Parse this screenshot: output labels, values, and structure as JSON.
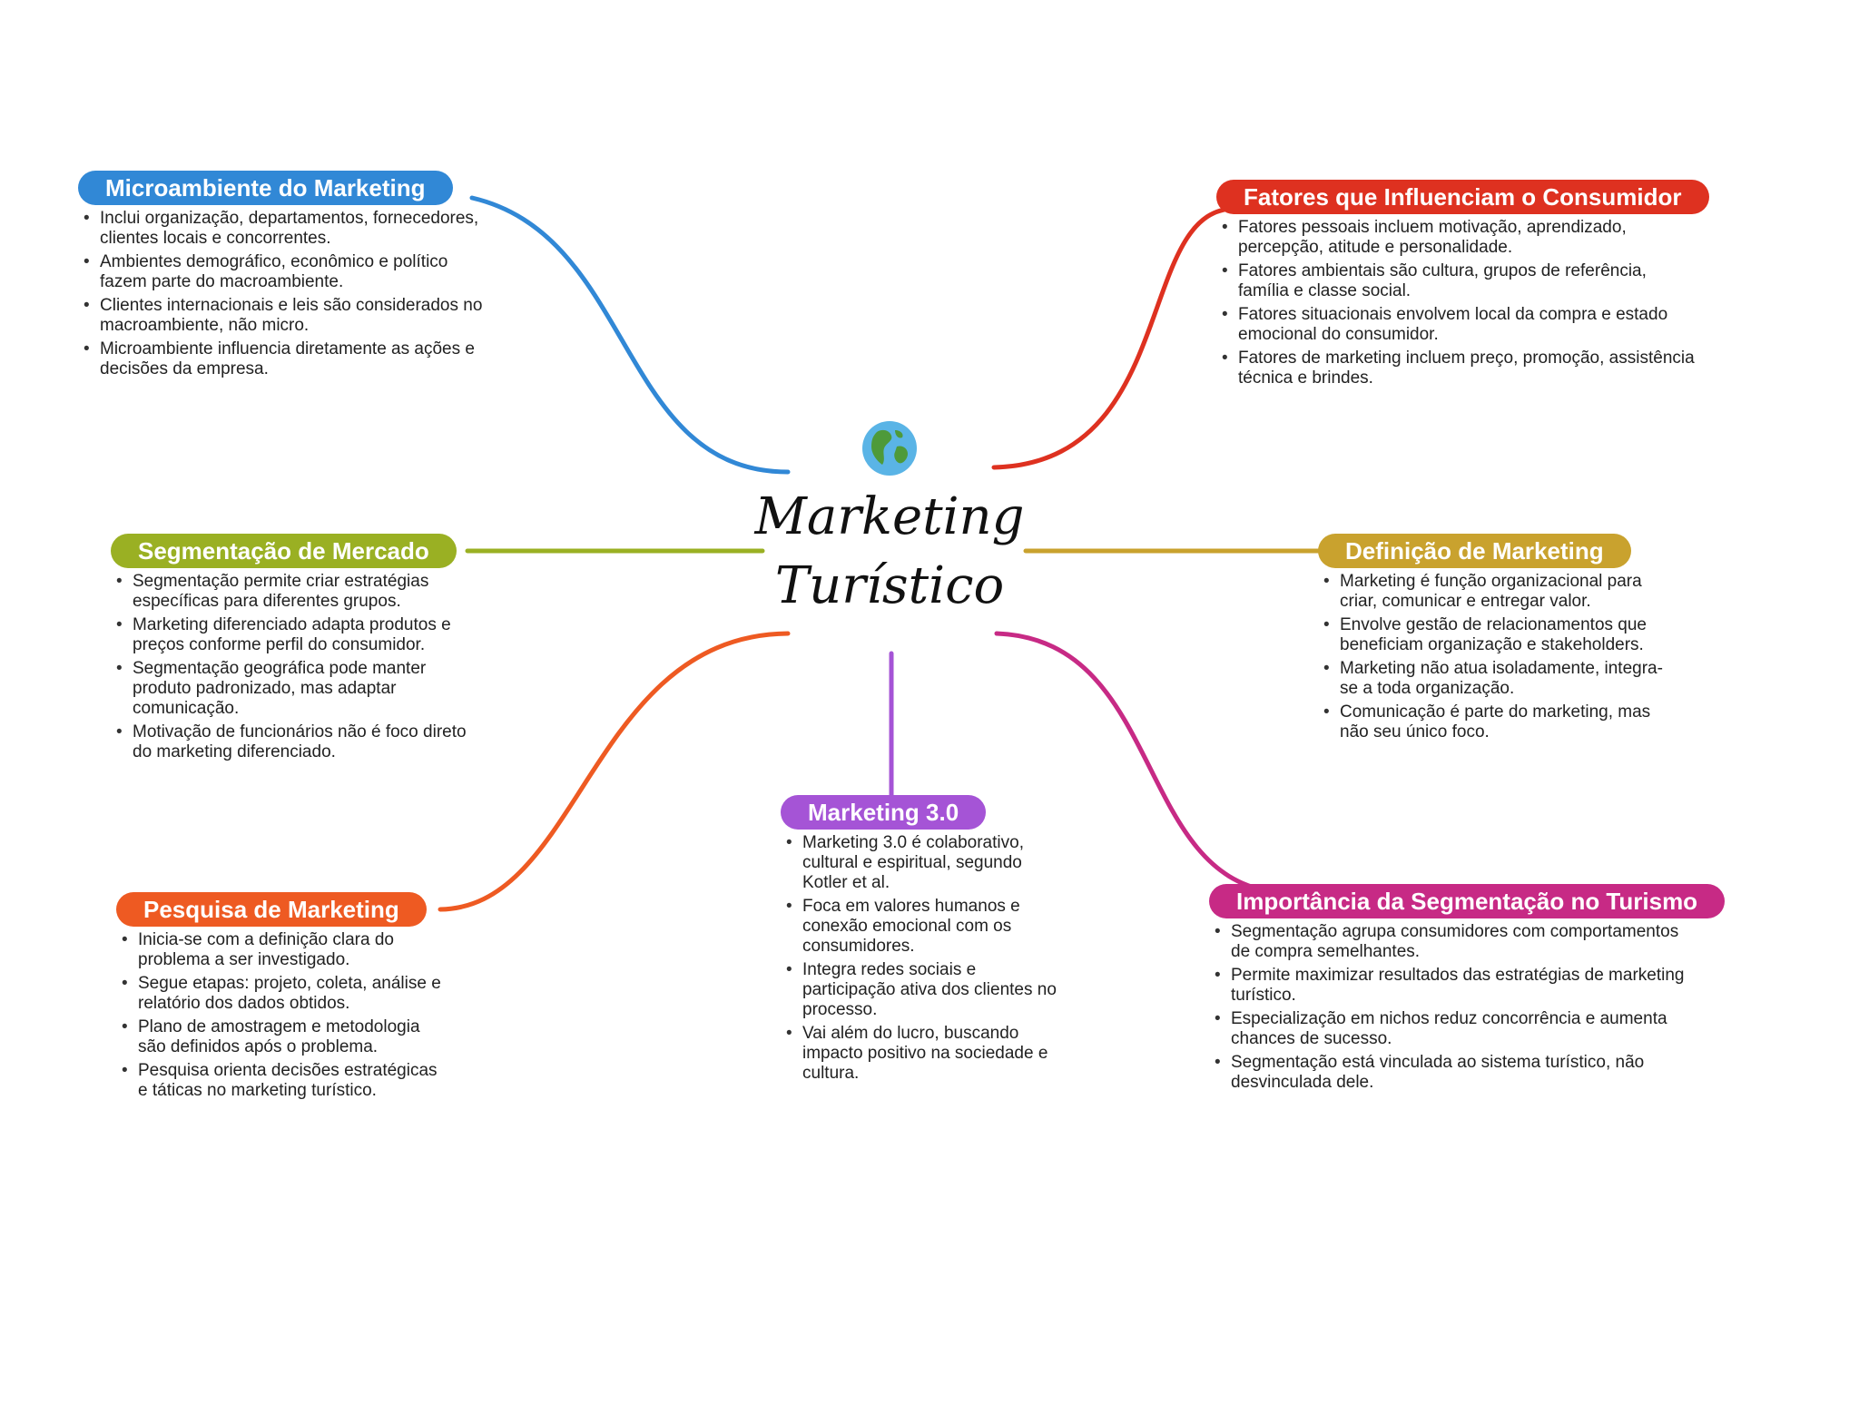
{
  "center": {
    "title": "Marketing Turístico",
    "icon": "globe-icon"
  },
  "branches": {
    "micro": {
      "title": "Microambiente do Marketing",
      "color": "#3188D6",
      "items": [
        "Inclui organização, departamentos, fornecedores, clientes locais e concorrentes.",
        "Ambientes demográfico, econômico e político fazem parte do macroambiente.",
        "Clientes internacionais e leis são considerados no macroambiente, não micro.",
        "Microambiente influencia diretamente as ações e decisões da empresa."
      ]
    },
    "segmentacao": {
      "title": "Segmentação de Mercado",
      "color": "#9AB023",
      "items": [
        "Segmentação permite criar estratégias específicas para diferentes grupos.",
        "Marketing diferenciado adapta produtos e preços conforme perfil do consumidor.",
        "Segmentação geográfica pode manter produto padronizado, mas adaptar comunicação.",
        "Motivação de funcionários não é foco direto do marketing diferenciado."
      ]
    },
    "pesquisa": {
      "title": "Pesquisa de Marketing",
      "color": "#EE5A22",
      "items": [
        "Inicia-se com a definição clara do problema a ser investigado.",
        "Segue etapas: projeto, coleta, análise e relatório dos dados obtidos.",
        "Plano de amostragem e metodologia são definidos após o problema.",
        "Pesquisa orienta decisões estratégicas e táticas no marketing turístico."
      ]
    },
    "m30": {
      "title": "Marketing 3.0",
      "color": "#A554D6",
      "items": [
        "Marketing 3.0 é colaborativo, cultural e espiritual, segundo Kotler et al.",
        "Foca em valores humanos e conexão emocional com os consumidores.",
        "Integra redes sociais e participação ativa dos clientes no processo.",
        "Vai além do lucro, buscando impacto positivo na sociedade e cultura."
      ]
    },
    "fatores": {
      "title": "Fatores que Influenciam o Consumidor",
      "color": "#DE3120",
      "items": [
        "Fatores pessoais incluem motivação, aprendizado, percepção, atitude e personalidade.",
        "Fatores ambientais são cultura, grupos de referência, família e classe social.",
        "Fatores situacionais envolvem local da compra e estado emocional do consumidor.",
        "Fatores de marketing incluem preço, promoção, assistência técnica e brindes."
      ]
    },
    "definicao": {
      "title": "Definição de Marketing",
      "color": "#C9A22E",
      "items": [
        "Marketing é função organizacional para criar, comunicar e entregar valor.",
        "Envolve gestão de relacionamentos que beneficiam organização e stakeholders.",
        "Marketing não atua isoladamente, integra-se a toda organização.",
        "Comunicação é parte do marketing, mas não seu único foco."
      ]
    },
    "importancia": {
      "title": "Importância da Segmentação no Turismo",
      "color": "#C72A85",
      "items": [
        "Segmentação agrupa consumidores com comportamentos de compra semelhantes.",
        "Permite maximizar resultados das estratégias de marketing turístico.",
        "Especialização em nichos reduz concorrência e aumenta chances de sucesso.",
        "Segmentação está vinculada ao sistema turístico, não desvinculada dele."
      ]
    }
  }
}
